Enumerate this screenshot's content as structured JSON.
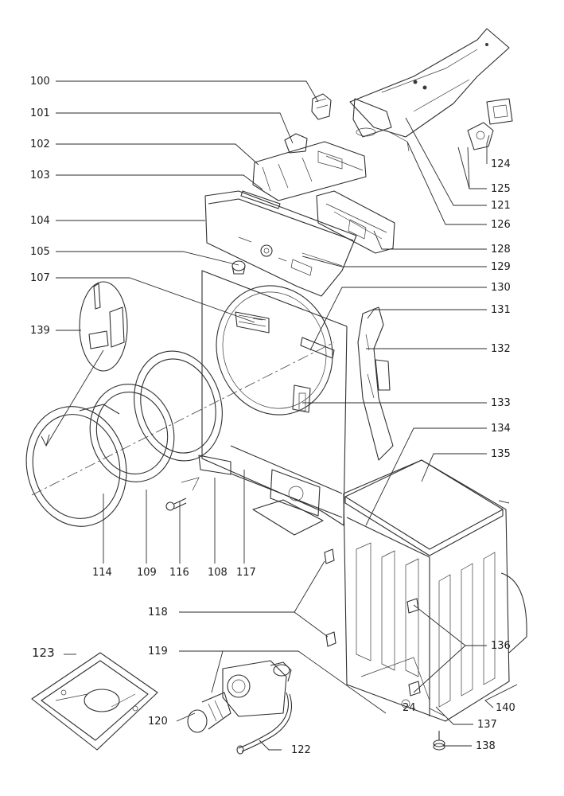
{
  "callouts": {
    "c100": "100",
    "c101": "101",
    "c102": "102",
    "c103": "103",
    "c104": "104",
    "c105": "105",
    "c107": "107",
    "c139": "139",
    "c114": "114",
    "c109": "109",
    "c116": "116",
    "c108": "108",
    "c117": "117",
    "c118": "118",
    "c119": "119",
    "c123": "123",
    "c120": "120",
    "c122": "122",
    "c124a": "124",
    "c125": "125",
    "c121": "121",
    "c126": "126",
    "c128": "128",
    "c129": "129",
    "c130": "130",
    "c131": "131",
    "c132": "132",
    "c133": "133",
    "c134": "134",
    "c135": "135",
    "c136": "136",
    "c124b": "24",
    "c140": "140",
    "c137": "137",
    "c138": "138"
  },
  "colors": {
    "ink": "#2f2f2f",
    "paper": "#ffffff"
  }
}
